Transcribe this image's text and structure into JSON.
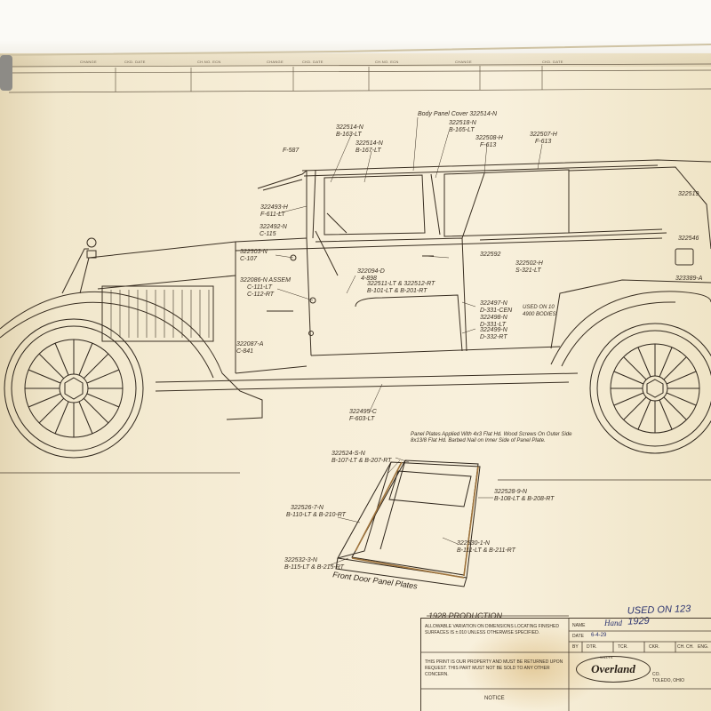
{
  "header": {
    "columns": [
      "CHANGE",
      "CKD. DATE",
      "CH.NO. ECN",
      "CHANGE",
      "CKD. DATE",
      "CH.NO. ECN",
      "CHANGE",
      "CKD. DATE"
    ]
  },
  "labels": {
    "body_panel": "Body Panel Cover 322514-N",
    "l1": "322514-N",
    "l1b": "B-163-LT",
    "l2": "322514-N",
    "l2b": "B-167-LT",
    "l3": "322518-N",
    "l3b": "B-165-LT",
    "l4": "322508-H",
    "l4b": "F-613",
    "l5": "322507-H",
    "l5b": "F-613",
    "l6": "322493-H",
    "l6b": "F-611-LT",
    "l6c": "F-587",
    "l7": "322492-N",
    "l7b": "C-115",
    "l8": "322503-N",
    "l8b": "C-107",
    "l9": "322086-N ASSEM",
    "l9b": "C-111-LT",
    "l9c": "C-112-RT",
    "l10": "322094-D",
    "l10b": "4-898",
    "l11": "322511-LT & 322512-RT",
    "l11b": "B-101-LT & B-201-RT",
    "l12": "322592",
    "l13": "322502-H",
    "l13b": "S-321-LT",
    "l14": "322497-N",
    "l14b": "D-331-CEN",
    "l15": "322498-N",
    "l15b": "D-331-LT",
    "l16": "322499-N",
    "l16b": "D-332-RT",
    "used_on": "USED ON 10 4900 BODIES",
    "l17": "322087-A",
    "l17b": "C-841",
    "l18": "322495-C",
    "l18b": "F-603-LT",
    "l19": "322524-S-N",
    "l19b": "B-107-LT & B-207-RT",
    "l20": "322528-9-N",
    "l20b": "B-108-LT & B-208-RT",
    "l21": "322526-7-N",
    "l21b": "B-110-LT & B-210-RT",
    "l22": "322530-1-N",
    "l22b": "B-111-LT & B-211-RT",
    "l23": "322532-3-N",
    "l23b": "B-115-LT & B-215-RT",
    "panel_note": "Panel Plates Applied With 4x3 Flat Hd. Wood Screws On Outer Side 8x13/8 Flat Hd. Barbed Nail on Inner Side of Panel Plate.",
    "r1": "322519",
    "r2": "322546",
    "r3": "323389-A"
  },
  "front_door": "Front Door Panel Plates",
  "production": "1928 PRODUCTION",
  "used_handwritten": "USED ON 123 1929",
  "titleblock": {
    "variation": "ALLOWABLE VARIATION ON DIMENSIONS LOCATING FINISHED SURFACES IS ±.010 UNLESS OTHERWISE SPECIFIED.",
    "property": "THIS PRINT IS OUR PROPERTY AND MUST BE RETURNED UPON REQUEST. THIS PART MUST NOT BE SOLD TO ANY OTHER CONCERN.",
    "notice": "NOTICE",
    "name_label": "NAME",
    "name_value": "Hand",
    "date_label": "DATE",
    "date_value": "6-4-29",
    "by_label": "BY",
    "row_labels": [
      "DTR.",
      "TCR.",
      "CKR.",
      "CH. CH.",
      "ENG."
    ],
    "willys": "WILLYS",
    "logo": "Overland",
    "co": "CO.",
    "city": "TOLEDO, OHIO"
  }
}
